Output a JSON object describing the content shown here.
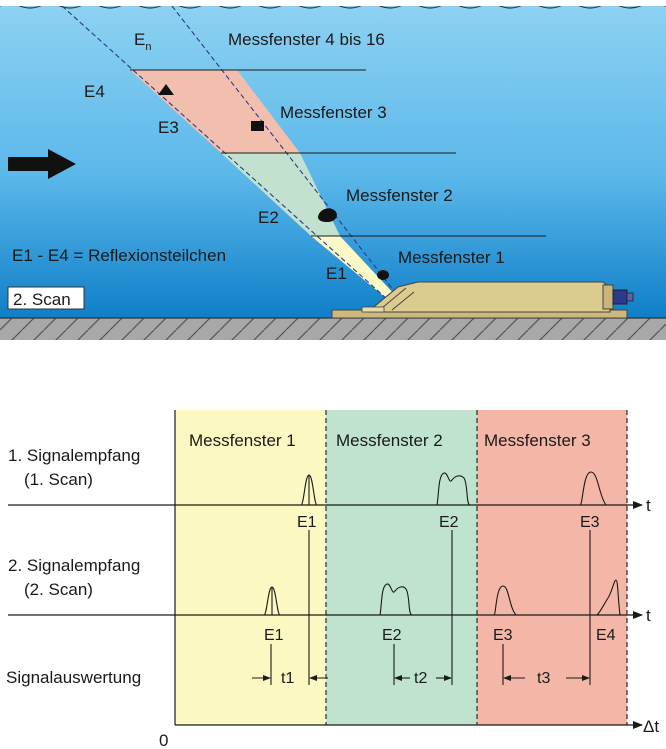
{
  "top": {
    "en_label": "E",
    "en_sub": "n",
    "window_4_16": "Messfenster 4 bis 16",
    "window_3": "Messfenster 3",
    "window_2": "Messfenster 2",
    "window_1": "Messfenster 1",
    "e4": "E4",
    "e3": "E3",
    "e2": "E2",
    "e1": "E1",
    "legend": "E1 - E4 = Reflexionsteilchen",
    "scan": "2. Scan"
  },
  "bottom": {
    "window_1": "Messfenster 1",
    "window_2": "Messfenster 2",
    "window_3": "Messfenster 3",
    "row1_title": "1. Signalempfang",
    "row1_sub": "(1. Scan)",
    "row2_title": "2. Signalempfang",
    "row2_sub": "(2. Scan)",
    "row3_title": "Signalauswertung",
    "t_axis": "t",
    "dt_axis": "Δt",
    "origin": "0",
    "r1_e1": "E1",
    "r1_e2": "E2",
    "r1_e3": "E3",
    "r2_e1": "E1",
    "r2_e2": "E2",
    "r2_e3": "E3",
    "r2_e4": "E4",
    "t1": "t1",
    "t2": "t2",
    "t3": "t3"
  },
  "colors": {
    "water_top": "#8fd2f2",
    "water_bottom": "#0f7fc8",
    "window_yellow": "#fbf8c2",
    "window_green": "#bfe3cf",
    "window_pink": "#f4b7a7",
    "beam_upper_pink": "#f2bfae",
    "device": "#dccb8f"
  }
}
